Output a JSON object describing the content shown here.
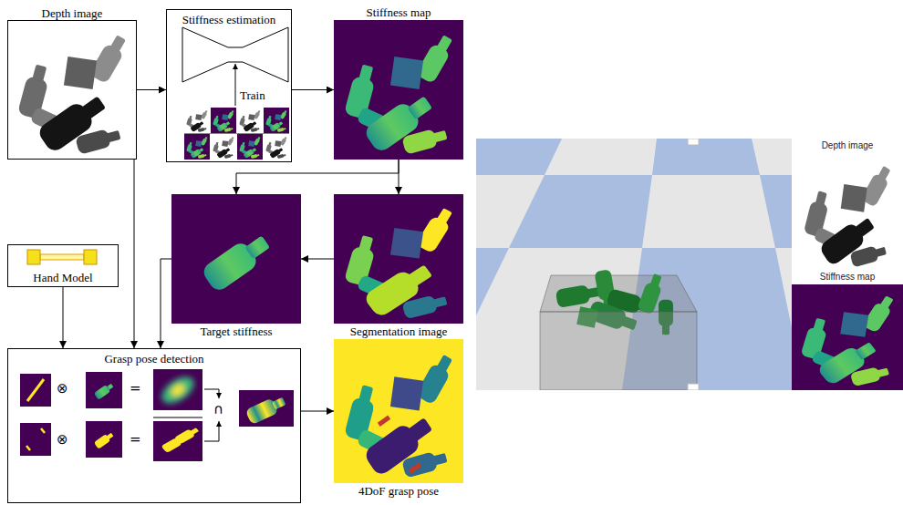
{
  "diagram": {
    "nodes": [
      {
        "text": [
          "Depth image"
        ]
      },
      {
        "text": [
          "Stiffness estimation",
          "Train"
        ]
      },
      {
        "text": [
          "Stiffness map"
        ]
      },
      {
        "text": [
          "Target stiffness"
        ]
      },
      {
        "text": [
          "Segmentation image"
        ]
      },
      {
        "text": [
          "Hand Model"
        ]
      },
      {
        "text": [
          "Grasp pose detection"
        ]
      },
      {
        "text": [
          "4DoF grasp pose"
        ]
      }
    ],
    "edges": [
      {
        "from": 0,
        "to": 1,
        "arrow": "to"
      },
      {
        "from": 1,
        "to": 2,
        "arrow": "to"
      },
      {
        "from": 2,
        "to": 3,
        "arrow": "to"
      },
      {
        "from": 2,
        "to": 4,
        "arrow": "to"
      },
      {
        "from": 4,
        "to": 3,
        "arrow": "to"
      },
      {
        "from": 3,
        "to": 6,
        "arrow": "to"
      },
      {
        "from": 5,
        "to": 6,
        "arrow": "to"
      },
      {
        "from": 0,
        "to": 6,
        "arrow": "to"
      },
      {
        "from": 6,
        "to": 7,
        "arrow": "to"
      }
    ],
    "labels": [
      "⊗",
      "=",
      "⊗",
      "=",
      "∩",
      "Depth image",
      "Stiffness map"
    ]
  }
}
